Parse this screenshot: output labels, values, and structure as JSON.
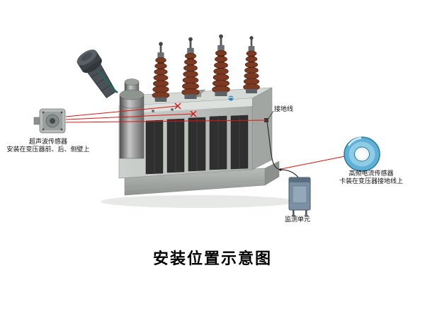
{
  "title": "安装位置示意图",
  "labels": {
    "ultrasonic_sensor": {
      "name": "超声波传感器",
      "install": "安装在变压器前、后、侧壁上"
    },
    "ground_wire": "接地线",
    "hf_sensor": {
      "name": "高频电流传感器",
      "install": "卡装在变压器接地线上"
    },
    "monitor_unit": "监测单元"
  },
  "colors": {
    "connection_red": "#e01410",
    "marker_red": "#d11111",
    "sensor_blue": "#5fb0d6",
    "bushing_brown": "#7d3a23",
    "tank_gray": "#c2c6c2"
  }
}
